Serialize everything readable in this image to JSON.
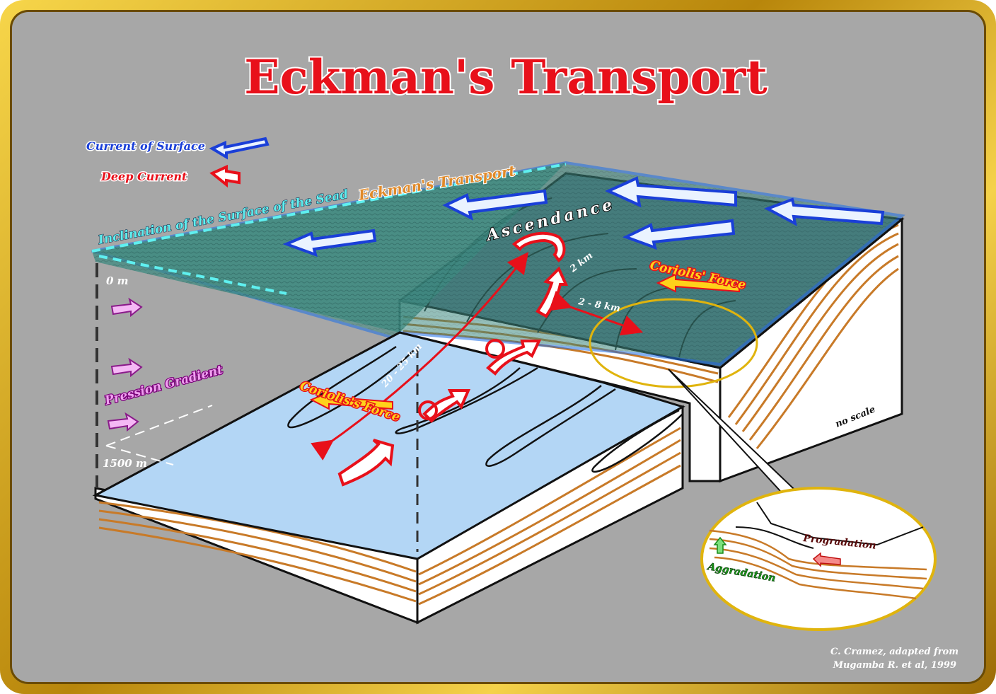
{
  "title": "Eckman's Transport",
  "legend": {
    "surface_current": "Current of Surface",
    "deep_current": "Deep Current"
  },
  "labels": {
    "eckman_transport": "Eckman's Transport",
    "inclination": "Inclination of the Surface of the Sead",
    "ascendance": "Ascendance",
    "coriolis_force_right": "Coriolis' Force",
    "coriolis_force_left": "Coriolis's Force",
    "pression_gradient": "Pression Gradient",
    "depth_top": "0 m",
    "depth_bottom": "1500 m",
    "dist_2km": "2 km",
    "dist_2_8km": "2 - 8 km",
    "dist_20_25km": "20 - 25 km",
    "no_scale": "no scale",
    "progradation": "Progradation",
    "aggradation": "Aggradation"
  },
  "credit": {
    "line1": "C. Cramez, adapted from",
    "line2": "Mugamba R. et al, 1999"
  },
  "colors": {
    "panel_bg": "#a7a7a7",
    "frame_gold": "#d4a017",
    "title_red": "#e8101a",
    "surface_blue": "#1a3fd8",
    "deep_red": "#e8101a",
    "pressure_magenta": "#d63bd6",
    "cyan_line": "#5ff0f0",
    "sediment": "#c87a28",
    "water_light": "#b3d6f5",
    "coriolis_yellow": "#ffd21a"
  }
}
